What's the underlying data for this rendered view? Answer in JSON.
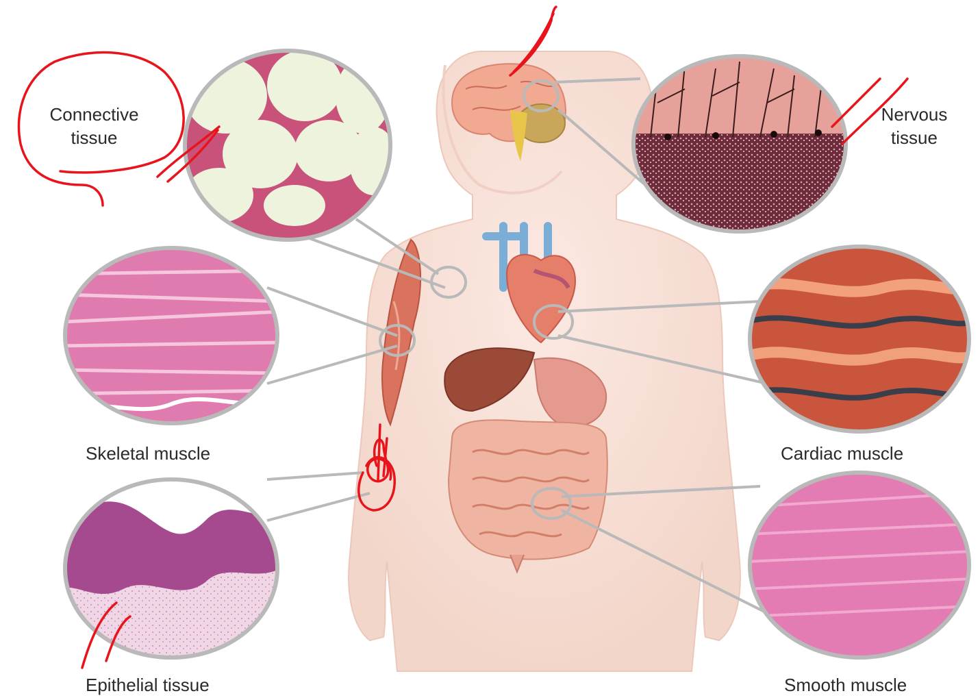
{
  "labels": {
    "connective": "Connective\ntissue",
    "nervous": "Nervous\ntissue",
    "skeletal": "Skeletal muscle",
    "cardiac": "Cardiac muscle",
    "epithelial": "Epithelial tissue",
    "smooth": "Smooth muscle"
  },
  "colors": {
    "body_skin": "#f6ddd3",
    "annotation_ink": "#e8141c",
    "callout_ring": "#b9b9b9",
    "label_text": "#2a2a2a"
  },
  "icons": [
    "brain-icon",
    "heart-icon",
    "liver-icon",
    "stomach-icon",
    "intestine-icon",
    "arm-muscle-icon"
  ]
}
